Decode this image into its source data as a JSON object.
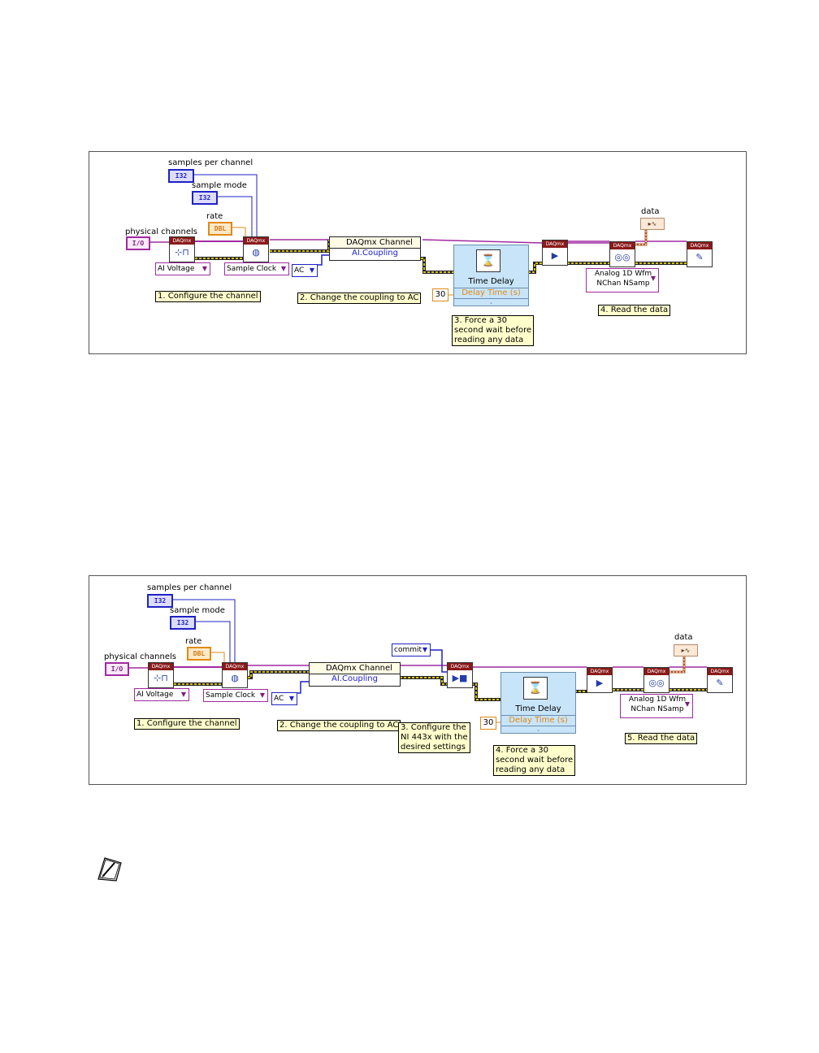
{
  "common": {
    "samples_per_channel": "samples per channel",
    "sample_mode": "sample mode",
    "rate": "rate",
    "physical_channels": "physical channels",
    "data": "data",
    "i32": "I32",
    "dbl": "DBL",
    "io": "I/O",
    "daqmx": "DAQmx",
    "ai_voltage": "AI Voltage",
    "sample_clock": "Sample Clock",
    "ac": "AC",
    "daqmx_channel": "DAQmx Channel",
    "ai_coupling": "AI.Coupling",
    "time_delay": "Time Delay",
    "delay_time": "Delay Time (s)",
    "delay_value": "30",
    "analog_line1": "Analog 1D Wfm",
    "analog_line2": "NChan NSamp",
    "commit": "commit"
  },
  "diagram1": {
    "note_configure": "1. Configure the channel",
    "note_coupling": "2. Change the coupling to AC",
    "note_force": [
      "3. Force a 30",
      "second wait before",
      "reading any data"
    ],
    "note_read": "4. Read the data"
  },
  "diagram2": {
    "note_configure": "1. Configure the channel",
    "note_coupling": "2. Change the coupling to AC",
    "note_commit": [
      "3. Configure the",
      "NI 443x with the",
      "desired settings"
    ],
    "note_force": [
      "4. Force a 30",
      "second wait before",
      "reading any data"
    ],
    "note_read": "5. Read the data"
  },
  "colors": {
    "i32": "#1f22c4",
    "dbl": "#e08a14",
    "task_wire": "#a02aa0",
    "error_wire": "#c8b400",
    "data_wire": "#b25a2a"
  }
}
